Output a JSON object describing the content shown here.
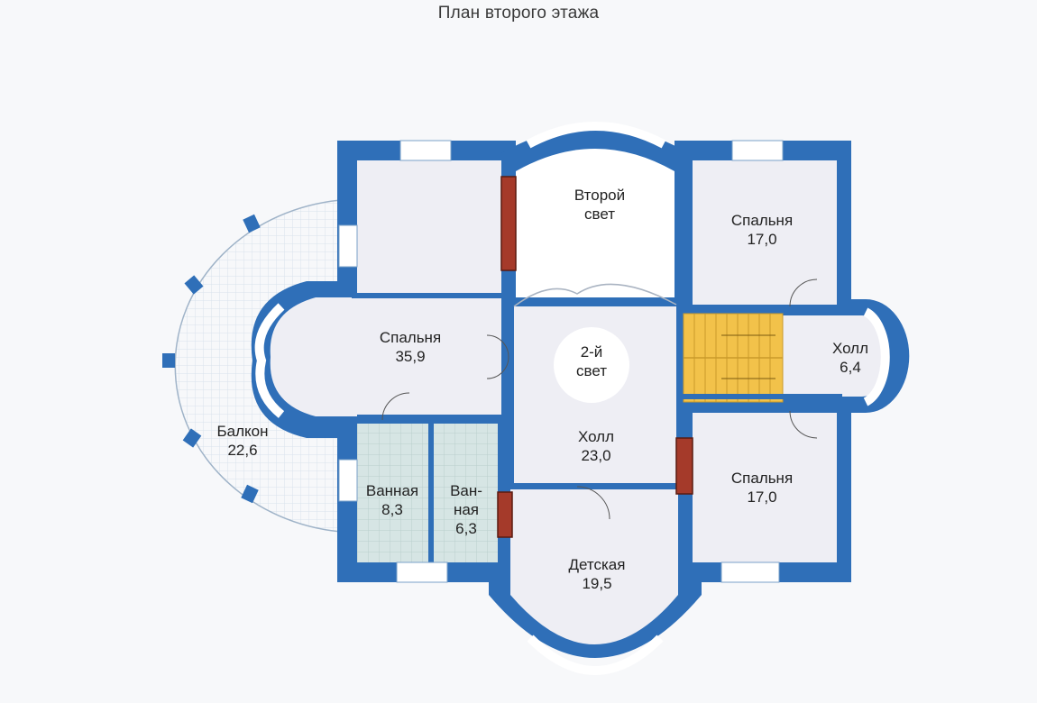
{
  "title": "План второго этажа",
  "colors": {
    "wall": "#2f6fb8",
    "wall_dark": "#1f4e8a",
    "floor": "#eeeef4",
    "bath_floor": "#d8e6e6",
    "stairs": "#f2c24a",
    "balcony": "#f3f6fa",
    "chimney": "#a53a2a"
  },
  "rooms": {
    "second_light": {
      "name_1": "Второй",
      "name_2": "свет"
    },
    "bedroom_ne": {
      "name": "Спальня",
      "area": "17,0"
    },
    "bedroom_w": {
      "name": "Спальня",
      "area": "35,9"
    },
    "light_2": {
      "name_1": "2-й",
      "name_2": "свет"
    },
    "hall_e": {
      "name": "Холл",
      "area": "6,4"
    },
    "balcony": {
      "name": "Балкон",
      "area": "22,6"
    },
    "hall_c": {
      "name": "Холл",
      "area": "23,0"
    },
    "bedroom_se": {
      "name": "Спальня",
      "area": "17,0"
    },
    "bath_1": {
      "name": "Ванная",
      "area": "8,3"
    },
    "bath_2": {
      "name_1": "Ван-",
      "name_2": "ная",
      "area": "6,3"
    },
    "kids": {
      "name": "Детская",
      "area": "19,5"
    }
  }
}
